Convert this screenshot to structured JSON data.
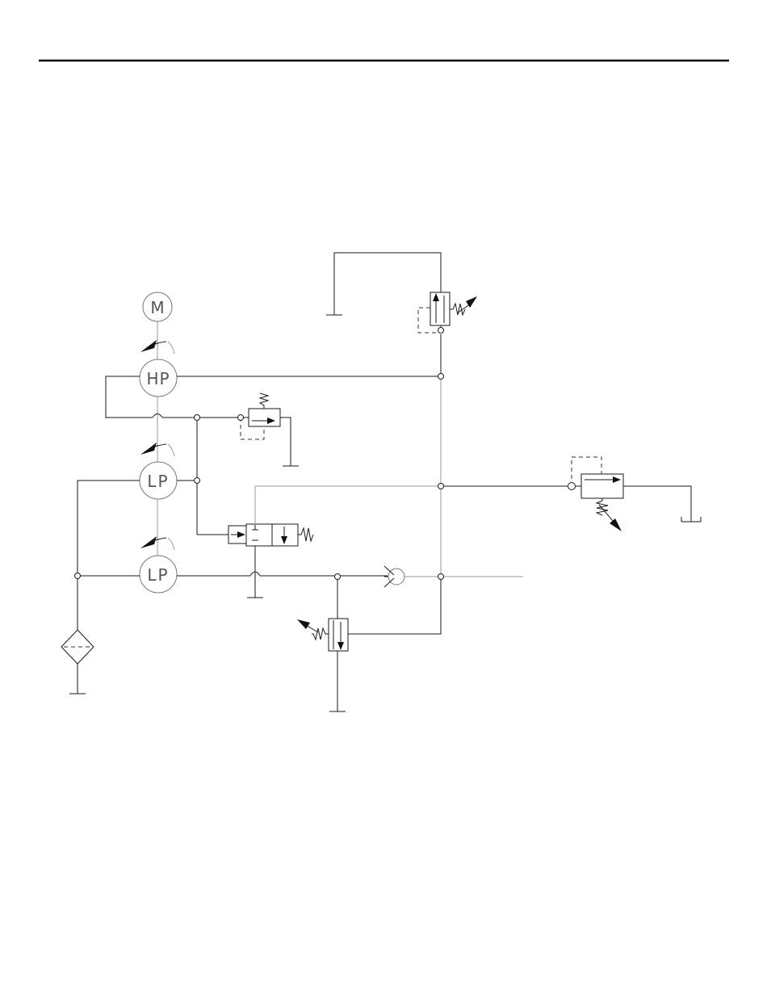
{
  "diagram": {
    "labels": {
      "motor": "M",
      "hp_pump": "HP",
      "lp_pump_1": "LP",
      "lp_pump_2": "LP"
    },
    "colors": {
      "line": "#1a1a1a",
      "thin_line": "#9a9a9a",
      "label": "#555555",
      "background": "#ffffff"
    }
  }
}
